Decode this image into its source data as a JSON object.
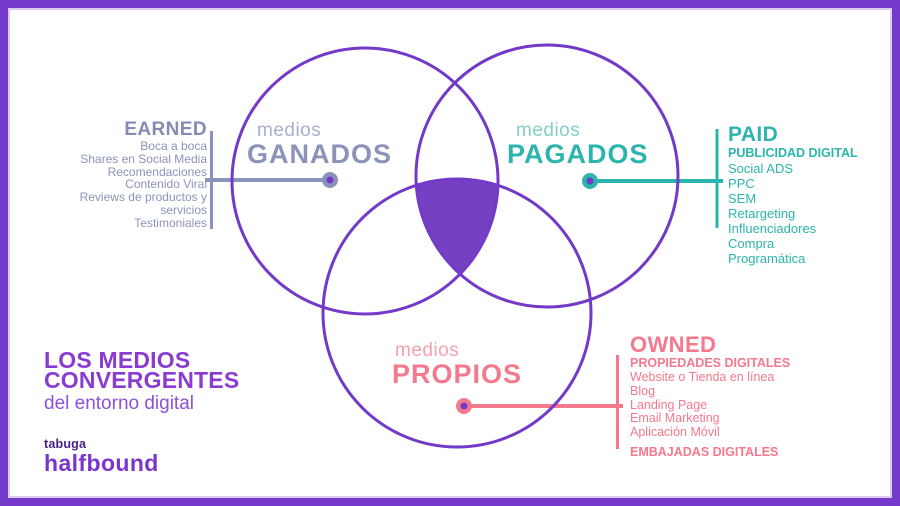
{
  "meta": {
    "background": "#ffffff",
    "frame_color": "#7439C8",
    "frame_inner_stripe": "#DCC9F2"
  },
  "venn": {
    "outline_color": "#7339C8",
    "intersection_fill": "#7540C2",
    "earned": {
      "prefix": "medios",
      "name": "GANADOS",
      "color": "#8B93BA",
      "prefix_color": "#A8AECD"
    },
    "paid": {
      "prefix": "medios",
      "name": "PAGADOS",
      "color": "#2CB5AC",
      "prefix_color": "#7FD1C9"
    },
    "owned": {
      "prefix": "medios",
      "name": "PROPIOS",
      "color": "#F4798C",
      "prefix_color": "#F6A0AD"
    }
  },
  "earned_block": {
    "title": "EARNED",
    "items": [
      "Boca a boca",
      "Shares en Social Media",
      "Recomendaciones",
      "Contenido Viral",
      "Reviews de productos y servicios",
      "Testimoniales"
    ]
  },
  "paid_block": {
    "title": "PAID",
    "subtitle": "PUBLICIDAD DIGITAL",
    "items": [
      "Social ADS",
      "PPC",
      "SEM",
      "Retargeting",
      "Influenciadores",
      "Compra Programática"
    ]
  },
  "owned_block": {
    "title": "OWNED",
    "subtitle": "PROPIEDADES DIGITALES",
    "items": [
      "Website o Tienda en línea",
      "Blog",
      "Landing Page",
      "Email Marketing",
      "Aplicación Móvil"
    ],
    "footer": "EMBAJADAS DIGITALES"
  },
  "title_block": {
    "heading": "LOS MEDIOS CONVERGENTES",
    "subheading": "del entorno digital"
  },
  "brand": {
    "top": "tabuga",
    "name": "halfbound"
  }
}
